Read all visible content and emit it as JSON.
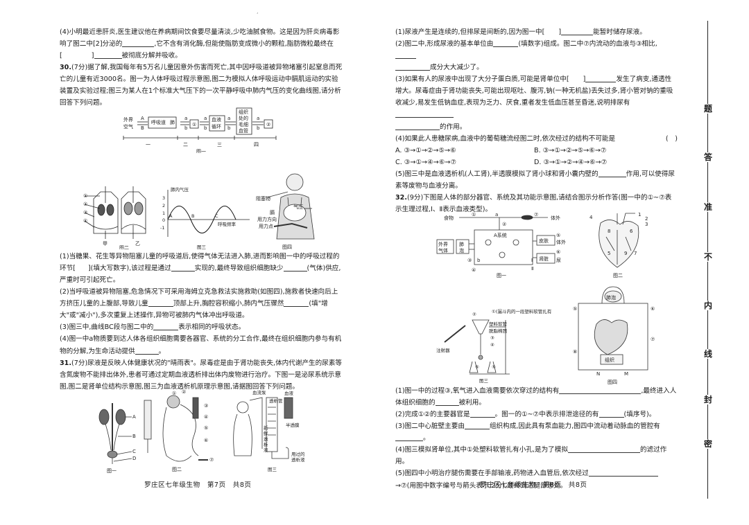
{
  "page_marks": {
    "top_center": ","
  },
  "left": {
    "p1": "(4)小明最近患肝炎,医生建议他在养病期间饮食要尽量清淡,少吃油腻食物。这是因为肝炎病毒影响了图二中[2]分泌的",
    "p1b": ",它不含有消化酶,但能使脂肪变成微小的颗粒,脂肪微粒最终在",
    "p1c": "被彻底分解并吸收。",
    "q30_num": "30.",
    "q30": "(7分)据了解,我国每年有5万名儿童因意外伤害而死亡,其中因呼吸道被异物堵塞引起窒息而死亡的儿童有近3000名。图一为人体呼吸过程示意图,图二为模拟人体呼吸运动中膈肌运动的实验装置及实验过程;图三为某人在1个标准大气压下的一次平静呼吸中肺内气压的变化曲线图,请分析回答下列问题。",
    "fig1": {
      "l1": "外界",
      "l2": "空气",
      "a": "A",
      "b": "B",
      "resp": "呼吸道",
      "lung": "肺",
      "blood": "血液",
      "circ": "循环",
      "tis1": "组织",
      "tis2": "处的",
      "tis3": "毛细",
      "tis4": "血管",
      "c1": "①",
      "c2": "②",
      "sa": "a",
      "sb": "b",
      "s1": "一",
      "s2": "二",
      "s3": "三",
      "s4": "四",
      "cap": "图一"
    },
    "fig2": {
      "n1": "①",
      "n2": "②",
      "n3": "③",
      "n4": "④",
      "jia": "甲",
      "yi": "乙",
      "cap": "图二"
    },
    "fig3": {
      "ylabel": "肺内气压",
      "xlabel": "呼吸频率",
      "A": "A",
      "B": "B",
      "C": "C",
      "t3": "3",
      "t2": "2",
      "t1": "1",
      "t0": "0",
      "tm1": "-1",
      "cap": "图三"
    },
    "fig4": {
      "l1": "阻塞物",
      "l2": "气压",
      "l3": "膈",
      "l4": "用力方向",
      "l5": "用力点",
      "cap": "图四"
    },
    "q30_1": "(1)当糖果、花生等异物阻塞儿童的呼吸道后,使得气体无法进入肺,进而影响图一中的呼吸过程的环节[",
    "q30_1b": "](填大写数字),该过程是通过",
    "q30_1c": "实现的,最终导致组织细胞缺少",
    "q30_1d": "(气体)供应,严重时可引起死亡。",
    "q30_2": "(2)当呼吸道被异物阻塞,危急情况下可采用海姆立克急救法实施救助(如图四),施救者快速向后上方挤压儿童的上腹部,导致儿童",
    "q30_2b": "顶部上升,胸腔容积缩小,肺内气压骤然",
    "q30_2c": "(填\"增大\"或\"减小\"),多次重复上述操作,异物可被肺内气体冲出呼吸道。",
    "q30_3": "(3)图三中,曲线BC段与图二中的",
    "q30_3b": "表示相同的呼吸状态。",
    "q30_4": "(4)图一中a物质要到达人体各组织细胞需要各器官、系统的分工合作,最终在组织细胞内参与有机物的分解,为生命活动提供",
    "q30_4b": "。",
    "q31_num": "31.",
    "q31": "(7分)尿液是反映人体健康状况的\"晴雨表\"。尿毒症是由于肾功能丧失,体内代谢产生的尿素等含氮废物不能排出体外,患者可通过定期血液透析排出体内废物进行治疗。下图一是泌尿系统示意图,图二是肾单位结构示意图,图三为血液透析机原理示意图,请据图回答下列问题。",
    "fig5": {
      "A": "A",
      "B": "B",
      "C": "C",
      "D": "D",
      "cap": "图一"
    },
    "fig6": {
      "n1": "①",
      "n2": "②",
      "n3": "③",
      "n4": "④",
      "n5": "⑤",
      "n6": "⑥",
      "n7": "⑦",
      "cap": "图二"
    },
    "fig7": {
      "pump": "血流泵",
      "tube": "透析管",
      "blood": "血液",
      "memb": "半透膜",
      "fresh1": "新",
      "fresh2": "鲜",
      "fresh3": "透",
      "fresh4": "析",
      "fresh5": "液",
      "used1": "用过的",
      "used2": "透析液",
      "cap": "图三"
    },
    "footer": "罗庄区七年级生物　第7页　共8页"
  },
  "right": {
    "q31_1": "(1)尿液产生是连续的,但排尿是间断的,因为图一中[",
    "q31_1b": "]",
    "q31_1c": "能暂时储存尿液。",
    "q31_2": "(2)图二中,形成尿液的基本单位由",
    "q31_2b": "(填数字)组成。图二中⑦内流动的血液与③相比,",
    "q31_2c": "成分大大减少了。",
    "q31_3": "(3)如果有人的尿液中出现了大分子蛋白质,可能是肾单位中[",
    "q31_3b": "]",
    "q31_3c": "发生了病变,通透性增大。尿毒症由于肾功能丧失,可能出现呕吐、腹泻,钠(一种无机盐)丢失过多,肾小管对钠的重吸收减少,易发生低钠血症,表现为乏力、厌食,重者发生低血压甚至昏迷,说明排尿有",
    "q31_3d": "的作用。",
    "q31_4": "(4)如果此人患糖尿病,血液中的葡萄糖流经图二时,依次经过的结构不可能是",
    "q31_4p": "(　)",
    "optA": "A. ③→①→②→⑤→⑥",
    "optB": "B. ③→①→②→⑤→⑥→⑦",
    "optC": "C. ③→①→④→⑥→⑦",
    "optD": "D. ③→①→②→④→⑥→⑦",
    "q31_5": "(5)图三中是血液透析机(人工肾),半透膜模拟了肾小球和肾小囊内壁的",
    "q31_5b": "作用,可以使得尿素等废物与血液分离。",
    "q32_num": "32.",
    "q32": "(9分)下图是人体的部分器官、系统及其功能示意图,请结合图示分析作答(图一中的①~⑦表示生理过程,Ⅰ、Ⅱ表示血液类型)。",
    "fig8": {
      "food": "食物",
      "out1": "体外",
      "sysA": "A系统",
      "air1": "外界",
      "air2": "气体",
      "lung1": "肺",
      "lung2": "泡",
      "skin": "皮肤",
      "kidney": "肾脏",
      "out2": "体外",
      "urine": "尿",
      "I": "Ⅰ",
      "II": "Ⅱ",
      "a": "a",
      "b": "b",
      "c1": "①",
      "c2": "②",
      "c3": "③",
      "c4": "④",
      "c5": "⑤",
      "c6": "⑥",
      "c7": "⑦",
      "cap": "图一"
    },
    "fig9": {
      "n1": "1",
      "n2": "2",
      "n3": "3",
      "n4": "4",
      "n5": "5",
      "n6": "6",
      "n7": "7",
      "n8": "8",
      "n9": "9",
      "cap": "图二"
    },
    "fig10": {
      "n1": "①(漏斗内的一段塑料软管扎有若干小孔)",
      "n2": "②",
      "n2b": "塑料软管",
      "n2c": "脱脂棉团",
      "n3": "③",
      "n4": "④",
      "n5": "⑤",
      "syr": "注射器",
      "cap": "图三"
    },
    "fig11": {
      "lung": "肺泡",
      "tissue": "组织",
      "n5": "⑤",
      "n6": "⑥",
      "n7": "⑦",
      "n8": "⑧",
      "N": "N",
      "M": "M",
      "cap": "图四"
    },
    "q32_1": "(1)图一中的过程③,氧气进入血液需要依次穿过的结构有",
    "q32_1b": ",最终进入人体组织细胞的",
    "q32_1c": "被利用。",
    "q32_2": "(2)完成①②的主要器官是",
    "q32_2b": "。图一的①~⑦中表示排泄途径的有",
    "q32_2c": "(填序号)。",
    "q32_3": "(3)图二中心脏壁主要由",
    "q32_3b": "组织构成,因此具有泵血能力,图四中流动着动脉血的管腔有",
    "q32_3c": "。",
    "q32_4": "(4)图三模拟肾单位,其中①处塑料软管扎有小孔,是为了模拟",
    "q32_4b": "的滤过作用。",
    "q32_5": "(5)图四中小明治疗腿伤需要在手部输液,药物进入血管后,依次经过",
    "q32_5b": "→⑦(用图中数字编号与箭头表示,2分),最终到达腿部患处。",
    "footer": "罗庄区七年级生物　第8页　共8页"
  },
  "seal": [
    "题",
    "答",
    "准",
    "不",
    "内",
    "线",
    "封",
    "密"
  ]
}
